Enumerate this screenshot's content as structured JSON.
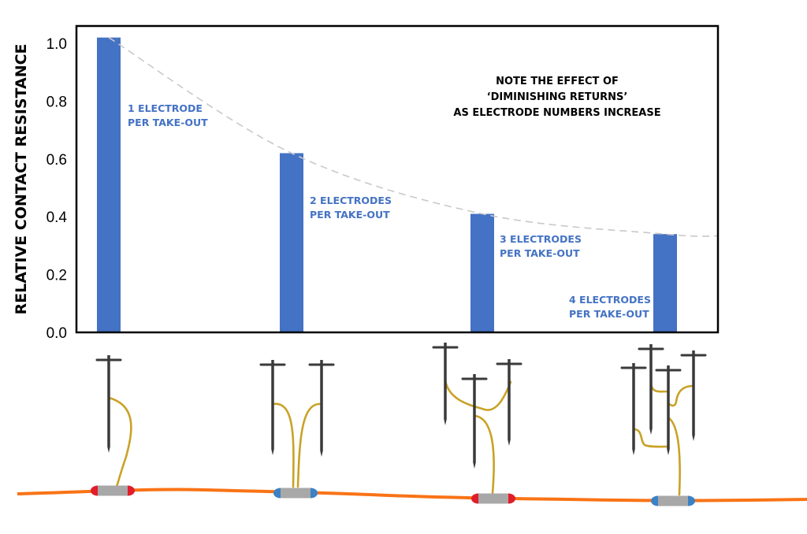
{
  "chart_data": {
    "type": "bar",
    "categories": [
      "1 ELECTRODE PER TAKE-OUT",
      "2 ELECTRODES PER TAKE-OUT",
      "3 ELECTRODES PER TAKE-OUT",
      "4 ELECTRODES PER TAKE-OUT"
    ],
    "values": [
      1.02,
      0.62,
      0.41,
      0.34
    ],
    "ylabel": "RELATIVE CONTACT RESISTANCE",
    "xlabel": "",
    "ylim": [
      0,
      1.1
    ],
    "yticks": [
      "0.0",
      "0.2",
      "0.4",
      "0.6",
      "0.8",
      "1.0"
    ],
    "ytick_values": [
      0,
      0.2,
      0.4,
      0.6,
      0.8,
      1.0
    ],
    "bar_labels": [
      [
        "1 ELECTRODE",
        "PER TAKE-OUT"
      ],
      [
        "2 ELECTRODES",
        "PER TAKE-OUT"
      ],
      [
        "3 ELECTRODES",
        "PER TAKE-OUT"
      ],
      [
        "4 ELECTRODES",
        "PER TAKE-OUT"
      ]
    ],
    "annotation": [
      "NOTE THE EFFECT OF",
      "‘DIMINISHING RETURNS’",
      "AS ELECTRODE NUMBERS INCREASE"
    ],
    "trend_line": "dashed grey diminishing-returns curve",
    "grid": false
  },
  "illustration": {
    "electrode_counts": [
      1,
      2,
      3,
      4
    ],
    "takeout_end_colors": [
      "red",
      "blue",
      "red",
      "blue"
    ]
  },
  "colors": {
    "bar": "#4472c4",
    "trend": "#c9c9c9",
    "cable": "#f97316",
    "wire": "#c9a227",
    "takeout_body": "#a8a8a8",
    "takeout_red": "#e11d2a",
    "takeout_blue": "#3b82c4",
    "electrode": "#3a3a3a"
  }
}
